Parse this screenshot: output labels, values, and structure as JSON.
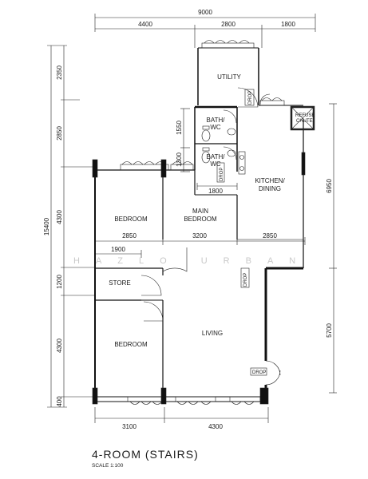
{
  "dimensions": {
    "top_total": "9000",
    "top_a": "4400",
    "top_b": "2800",
    "top_c": "1800",
    "left_total": "15400",
    "left_1": "2350",
    "left_2": "2850",
    "left_3": "4300",
    "left_4": "1200",
    "left_5": "4300",
    "left_6": "400",
    "inner_1550": "1550",
    "inner_1300": "1300",
    "inner_1800": "1800",
    "mid_2850a": "2850",
    "mid_3200": "3200",
    "mid_2850b": "2850",
    "store_1900": "1900",
    "right_6950": "6950",
    "right_5700": "5700",
    "bottom_3100": "3100",
    "bottom_4300": "4300"
  },
  "rooms": {
    "utility": "UTILITY",
    "bath1_line1": "BATH/",
    "bath1_line2": "WC",
    "bath2_line1": "BATH/",
    "bath2_line2": "WC",
    "kitchen_line1": "KITCHEN/",
    "kitchen_line2": "DINING",
    "bedroom_top": "BEDROOM",
    "main_bedroom_line1": "MAIN",
    "main_bedroom_line2": "BEDROOM",
    "store": "STORE",
    "living": "LIVING",
    "bedroom_bottom": "BEDROOM"
  },
  "labels": {
    "drop_utility": "DROP",
    "drop_bath": "DROP",
    "drop_living": "DROP",
    "drop_bottom": "DROP",
    "refuse_line1": "REFUSE",
    "refuse_line2": "CHUTE",
    "watermark": "HAZLO URBAN"
  },
  "footer": {
    "title": "4-ROOM  (STAIRS)",
    "scale": "SCALE   1:100"
  }
}
